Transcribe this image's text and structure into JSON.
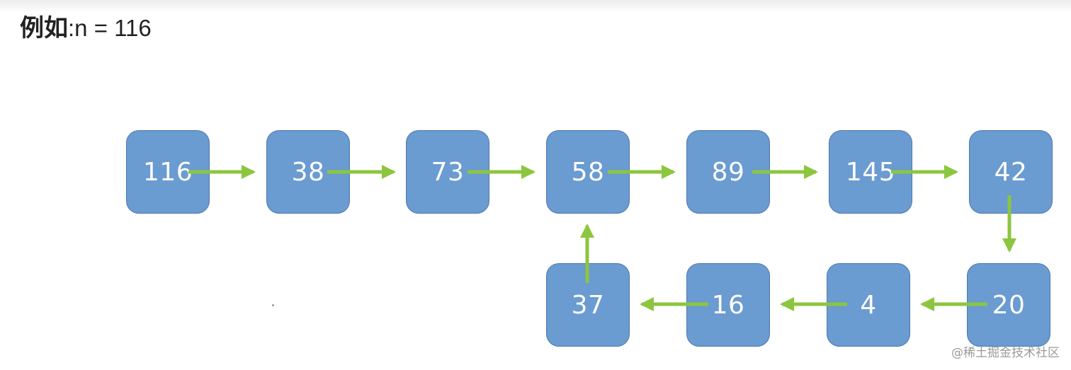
{
  "header": {
    "prefix": "例如",
    "expression": ":n = 116"
  },
  "nodes": {
    "n116": "116",
    "n38": "38",
    "n73": "73",
    "n58": "58",
    "n89": "89",
    "n145": "145",
    "n42": "42",
    "n20": "20",
    "n4": "4",
    "n16": "16",
    "n37": "37"
  },
  "sequence": [
    "116",
    "38",
    "73",
    "58",
    "89",
    "145",
    "42",
    "20",
    "4",
    "16",
    "37",
    "58"
  ],
  "colors": {
    "node_fill": "#6a9bd1",
    "node_border": "#4e78ad",
    "node_text": "#ffffff",
    "arrow": "#8cc63f"
  },
  "watermark": "@稀土掘金技术社区"
}
